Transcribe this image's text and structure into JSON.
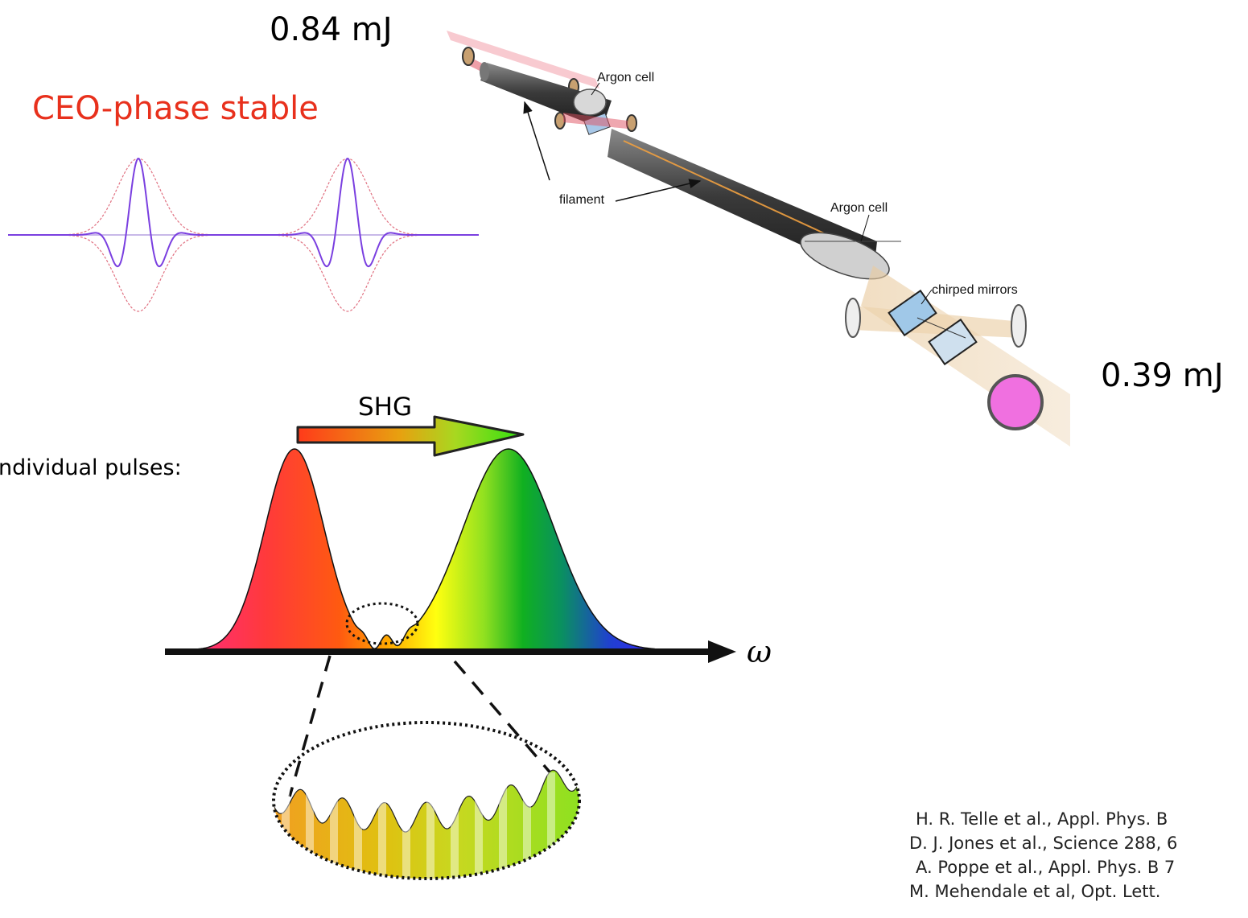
{
  "energy_in": "0.84 mJ",
  "energy_out": "0.39 mJ",
  "ceo_label": "CEO-phase stable",
  "colors": {
    "ceo": "#e8301c",
    "carrier": "#7a3fe0",
    "envelope": "#e07080",
    "marker": "#f070e0"
  },
  "setup_labels": {
    "argon_cell_1": "Argon cell",
    "argon_cell_2": "Argon cell",
    "filament": "filament",
    "chirped_mirrors": "chirped mirrors"
  },
  "spectrum": {
    "shg_label": "SHG",
    "individual_pulses_label": "Individual pulses:",
    "axis_symbol": "ω"
  },
  "references": [
    "H. R. Telle et al., Appl. Phys. B",
    "D. J. Jones et al., Science 288, 6",
    "A. Poppe et al., Appl. Phys. B 7",
    "M. Mehendale et al, Opt. Lett."
  ]
}
